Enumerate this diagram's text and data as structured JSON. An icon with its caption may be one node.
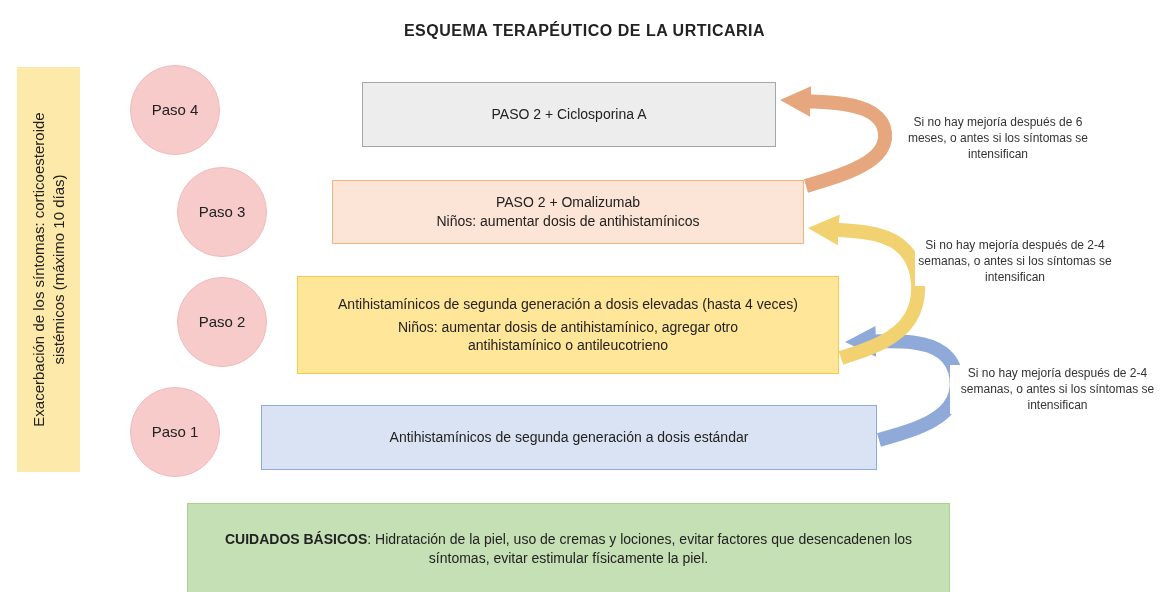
{
  "diagram": {
    "title": "ESQUEMA TERAPÉUTICO DE LA URTICARIA",
    "nodes": [
      {
        "text": [
          "Exacerbación de los síntomas: corticoesteroide sistémicos (máximo 10 días)"
        ]
      },
      {
        "text": [
          "Paso 4"
        ]
      },
      {
        "text": [
          "PASO 2 + Ciclosporina A"
        ]
      },
      {
        "text": [
          "Paso 3"
        ]
      },
      {
        "text": [
          "PASO 2 + Omalizumab",
          "Niños: aumentar dosis de antihistamínicos"
        ]
      },
      {
        "text": [
          "Paso 2"
        ]
      },
      {
        "text": [
          "Antihistamínicos de segunda generación a dosis elevadas (hasta 4 veces)",
          "Niños: aumentar dosis de antihistamínico, agregar otro antihistamínico o antileucotrieno"
        ]
      },
      {
        "text": [
          "Paso 1"
        ]
      },
      {
        "text": [
          "Antihistamínicos de segunda generación a dosis estándar"
        ]
      },
      {
        "text": [
          "**CUIDADOS BÁSICOS**: Hidratación de la piel, uso de cremas y lociones, evitar factores que desencadenen los síntomas, evitar estimular físicamente la piel."
        ]
      }
    ],
    "edges": [
      {
        "from": 8,
        "to": 6,
        "arrow": "to",
        "color": "#8fa9d8",
        "label": "Si no hay mejoría después de 2-4 semanas, o antes si los síntomas se intensifican"
      },
      {
        "from": 6,
        "to": 4,
        "arrow": "to",
        "color": "#f2d270",
        "label": "Si no hay mejoría después de 2-4 semanas, o antes si los síntomas se intensifican"
      },
      {
        "from": 4,
        "to": 2,
        "arrow": "to",
        "color": "#e6a67e",
        "label": "Si no hay mejoría después de 6 meses, o antes si los síntomas se intensifican"
      }
    ]
  }
}
